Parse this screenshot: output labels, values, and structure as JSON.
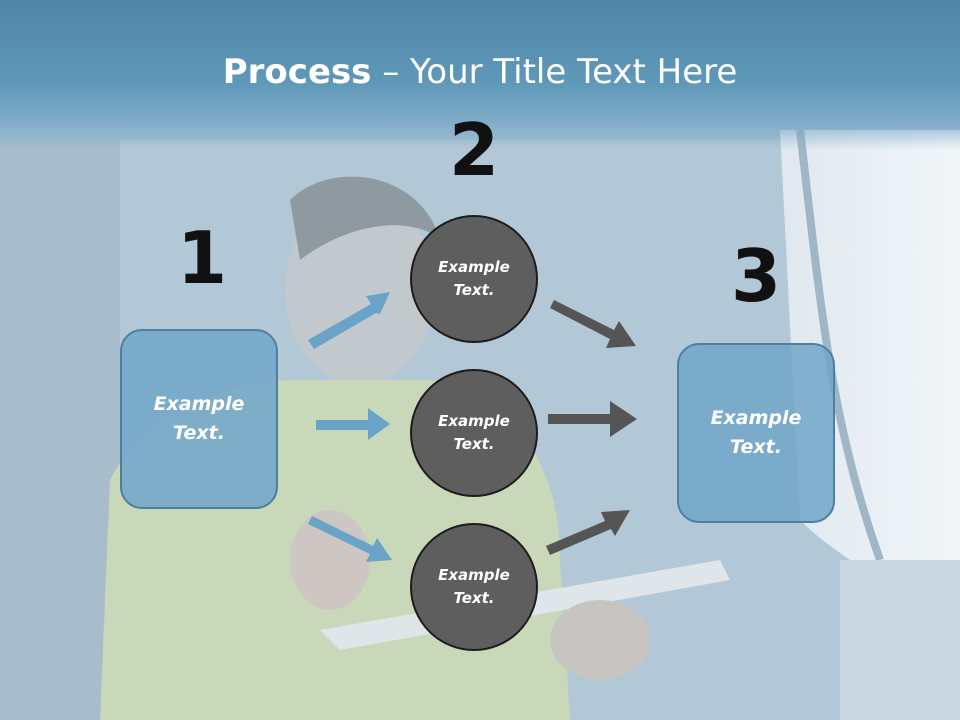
{
  "title": {
    "bold": "Process",
    "rest": " – Your Title Text Here"
  },
  "numbers": [
    "1",
    "2",
    "3"
  ],
  "left_box": {
    "line1": "Example",
    "line2": "Text."
  },
  "right_box": {
    "line1": "Example",
    "line2": "Text."
  },
  "circles": [
    {
      "line1": "Example",
      "line2": "Text."
    },
    {
      "line1": "Example",
      "line2": "Text."
    },
    {
      "line1": "Example",
      "line2": "Text."
    }
  ],
  "colors": {
    "header": "#5b93b5",
    "box_fill": "#71a6c9",
    "circle_fill": "#5e5e5e",
    "blue_arrow": "#6aa3c8",
    "gray_arrow": "#555555"
  }
}
